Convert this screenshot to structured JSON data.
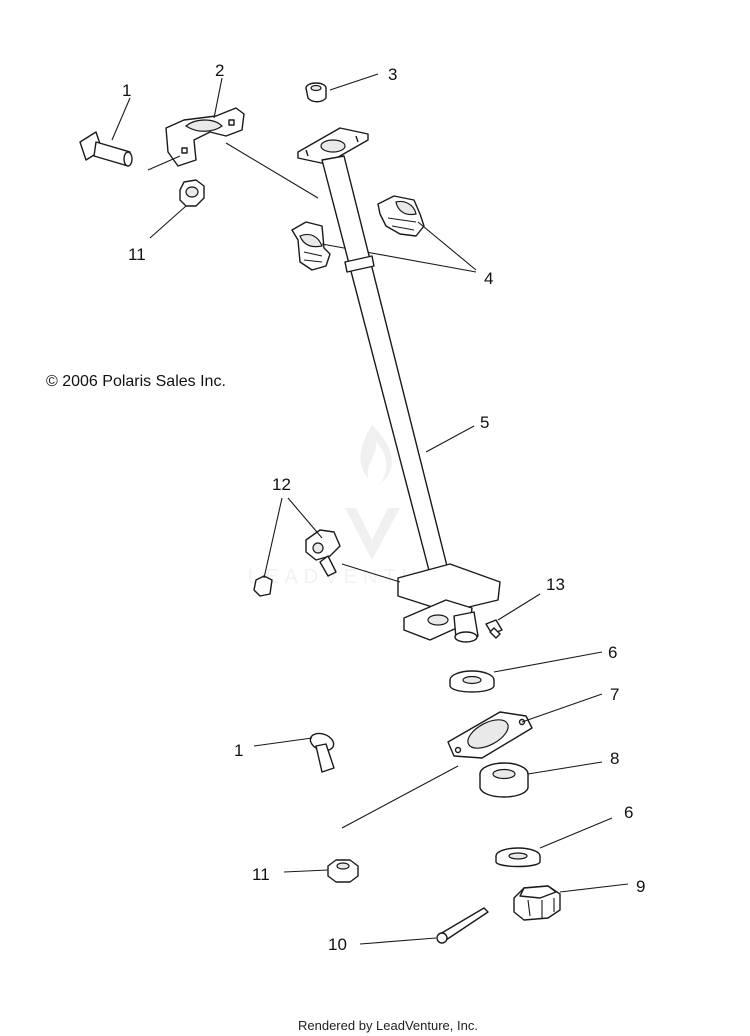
{
  "copyright": "© 2006 Polaris Sales Inc.",
  "footer": "Rendered by LeadVenture, Inc.",
  "watermark": "LEADVENTURE",
  "callouts": {
    "c1a": "1",
    "c2": "2",
    "c3": "3",
    "c11a": "11",
    "c4": "4",
    "c5": "5",
    "c12": "12",
    "c13": "13",
    "c6a": "6",
    "c7": "7",
    "c1b": "1",
    "c8": "8",
    "c6b": "6",
    "c11b": "11",
    "c9": "9",
    "c10": "10"
  },
  "icons": {
    "parts": [
      "bolt",
      "clamp-bracket",
      "bushing",
      "lock-nut",
      "bearing-block",
      "steering-post",
      "cotter-key",
      "set-screw",
      "washer",
      "seal-plate",
      "bearing",
      "castle-nut"
    ]
  }
}
